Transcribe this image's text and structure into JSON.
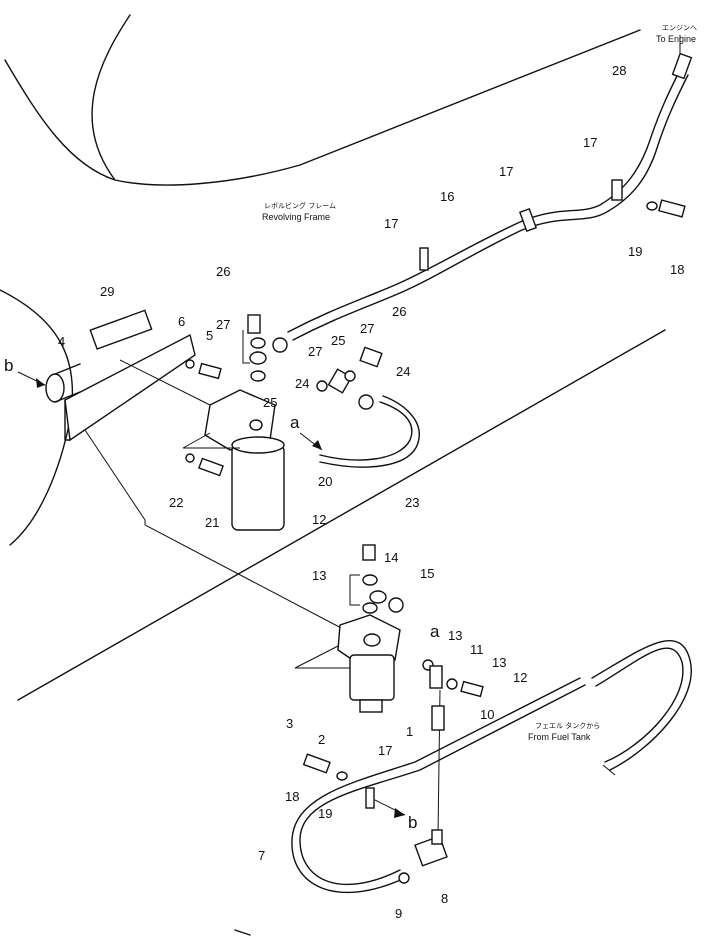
{
  "notes": {
    "to_engine_jp": "エンジンへ",
    "to_engine_en": "To Engine",
    "revolving_jp": "レボルビング フレーム",
    "revolving_en": "Revolving Frame",
    "fuel_tank_jp": "フェエル タンクから",
    "fuel_tank_en": "From Fuel Tank"
  },
  "connection_marks": {
    "a": "a",
    "b": "b"
  },
  "part_numbers": {
    "n1": "1",
    "n2": "2",
    "n3": "3",
    "n4": "4",
    "n5": "5",
    "n6": "6",
    "n7": "7",
    "n8": "8",
    "n9": "9",
    "n10": "10",
    "n11": "11",
    "n12": "12",
    "n13": "13",
    "n14": "14",
    "n15": "15",
    "n16": "16",
    "n17": "17",
    "n18": "18",
    "n19": "19",
    "n20": "20",
    "n21": "21",
    "n22": "22",
    "n23": "23",
    "n24": "24",
    "n25": "25",
    "n26": "26",
    "n27": "27",
    "n28": "28",
    "n29": "29"
  }
}
